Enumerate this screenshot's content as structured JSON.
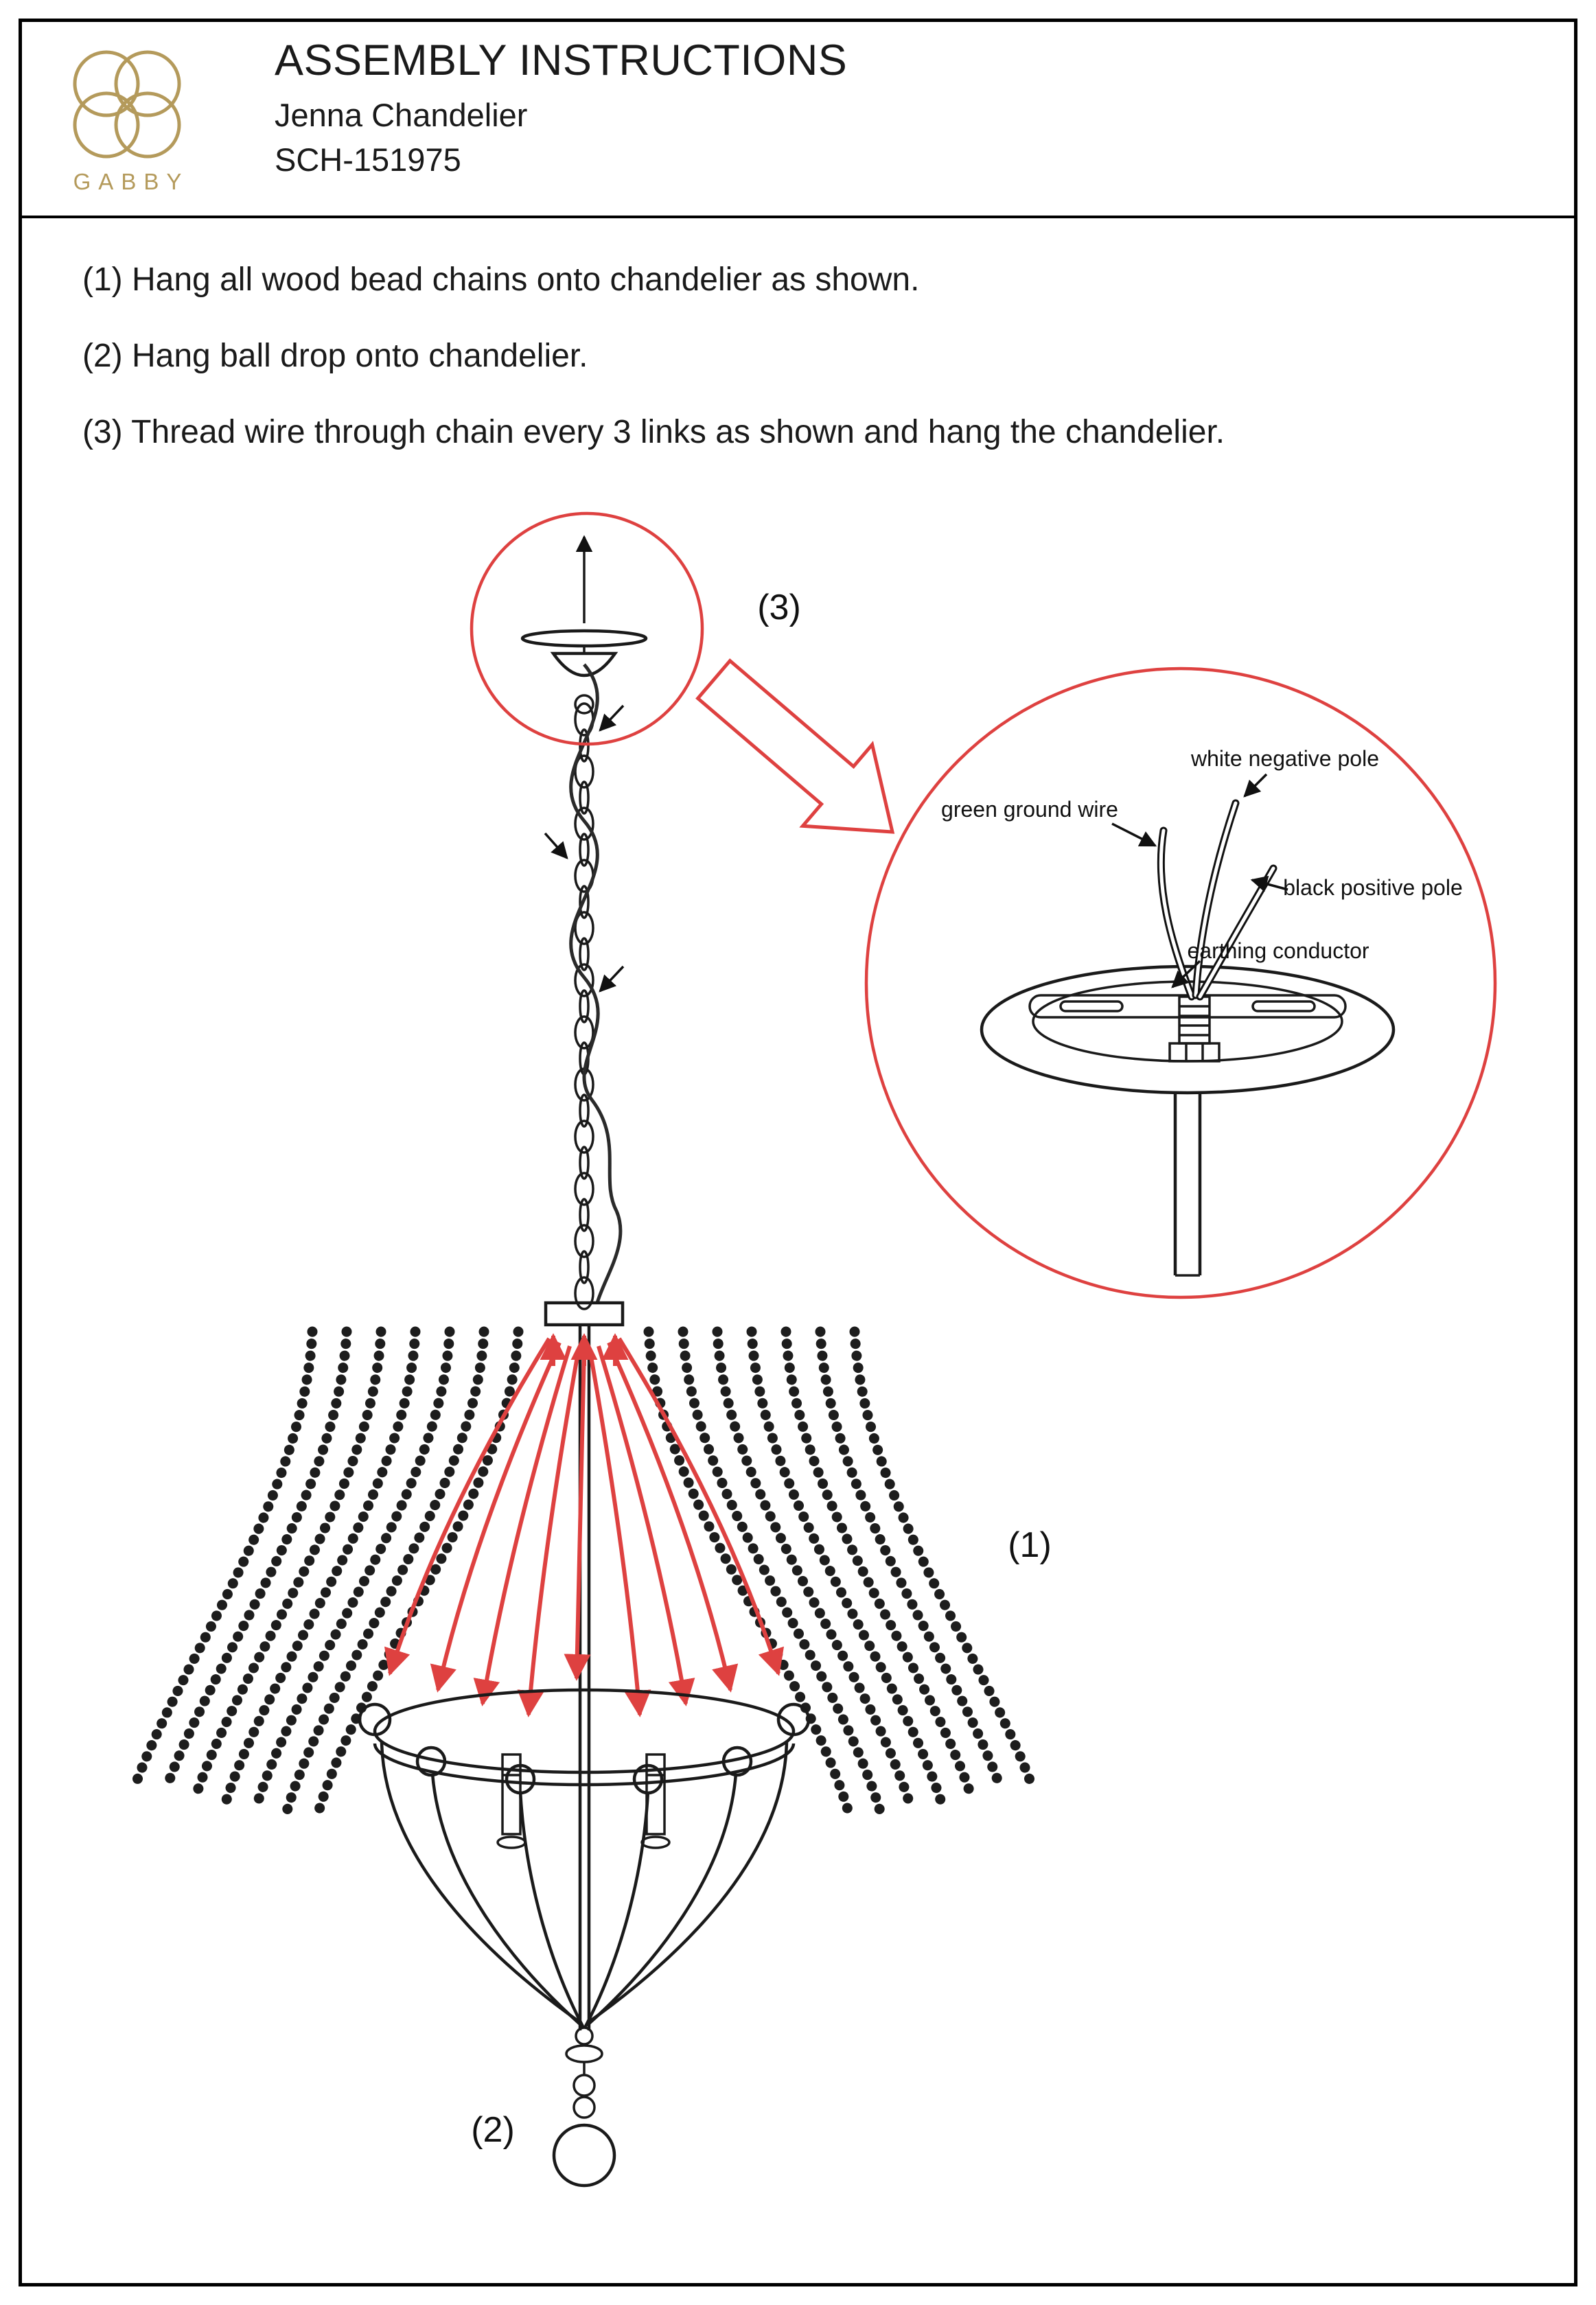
{
  "header": {
    "brand": "GABBY",
    "title": "ASSEMBLY INSTRUCTIONS",
    "product": "Jenna Chandelier",
    "sku": "SCH-151975"
  },
  "instructions": [
    "(1) Hang all wood bead chains onto chandelier as shown.",
    "(2) Hang ball drop onto chandelier.",
    "(3) Thread wire through chain every 3 links as shown and hang the chandelier."
  ],
  "diagram": {
    "callouts": {
      "step1": "(1)",
      "step2": "(2)",
      "step3": "(3)"
    },
    "wiring": {
      "white": "white negative pole",
      "green": "green ground wire",
      "black": "black positive pole",
      "earthing": "earthing conductor"
    },
    "colors": {
      "accent_red": "#de4140",
      "brand_gold": "#b49a5b",
      "ink": "#1a1a1a"
    }
  }
}
